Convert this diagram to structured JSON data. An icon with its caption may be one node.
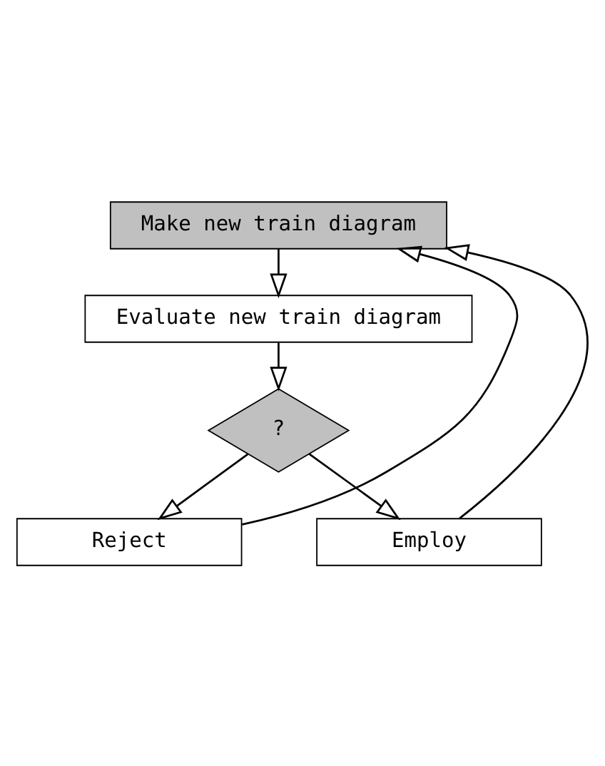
{
  "diagram": {
    "nodes": [
      {
        "text": [
          "Make new train diagram"
        ]
      },
      {
        "text": [
          "Evaluate new train diagram"
        ]
      },
      {
        "text": [
          "?"
        ]
      },
      {
        "text": [
          "Reject"
        ]
      },
      {
        "text": [
          "Employ"
        ]
      }
    ],
    "edges": [
      {
        "from": 0,
        "to": 1,
        "arrow": "to"
      },
      {
        "from": 1,
        "to": 2,
        "arrow": "to"
      },
      {
        "from": 2,
        "to": 3,
        "arrow": "to"
      },
      {
        "from": 2,
        "to": 4,
        "arrow": "to"
      },
      {
        "from": 3,
        "to": 0,
        "arrow": "to"
      },
      {
        "from": 4,
        "to": 0,
        "arrow": "to"
      }
    ]
  }
}
